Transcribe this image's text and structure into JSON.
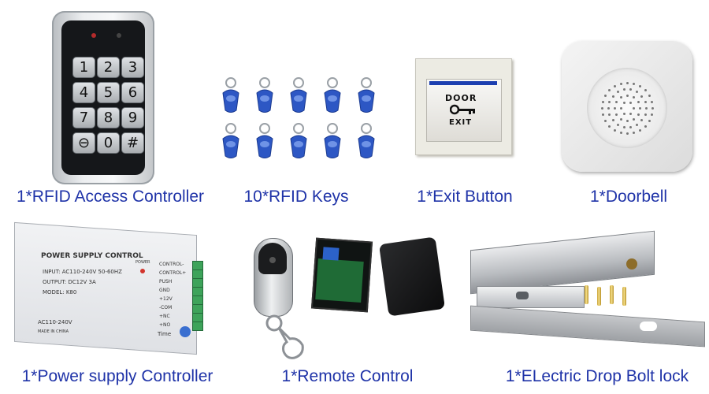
{
  "items": [
    {
      "caption": "1*RFID Access Controller"
    },
    {
      "caption": "10*RFID Keys"
    },
    {
      "caption": "1*Exit Button"
    },
    {
      "caption": "1*Doorbell"
    },
    {
      "caption": "1*Power supply Controller"
    },
    {
      "caption": "1*Remote Control"
    },
    {
      "caption": "1*ELectric Drop Bolt lock"
    }
  ],
  "keypad": {
    "keys": [
      "1",
      "2",
      "3",
      "4",
      "5",
      "6",
      "7",
      "8",
      "9",
      "⊖",
      "0",
      "#"
    ]
  },
  "exit_button": {
    "line1": "DOOR",
    "line2": "EXIT"
  },
  "power_supply": {
    "title": "POWER SUPPLY CONTROL",
    "input": "INPUT: AC110-240V 50-60HZ",
    "output": "OUTPUT: DC12V  3A",
    "model": "MODEL: K80",
    "ac_label": "AC110-240V",
    "made_in": "MADE IN CHINA",
    "power_label": "POWER",
    "time_label": "Time",
    "terminals": [
      "CONTROL-",
      "CONTROL+",
      "PUSH",
      "GND",
      "+12V",
      "-COM",
      "+NC",
      "+NO"
    ]
  },
  "colors": {
    "caption": "#1f33a8",
    "tag_blue": "#2d57c4",
    "exit_stripe": "#1c3fb0",
    "terminal_green": "#3da35a"
  }
}
